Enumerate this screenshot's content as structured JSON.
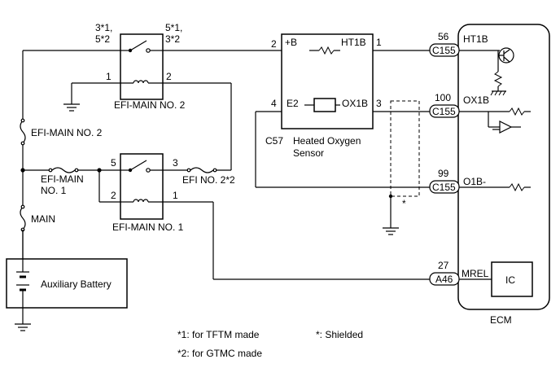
{
  "relay_main2": {
    "title": "EFI-MAIN NO. 2",
    "pin_tl": "3*1,",
    "pin_tl2": "5*2",
    "pin_tr": "5*1,",
    "pin_tr2": "3*2",
    "pin_bl": "1",
    "pin_br": "2"
  },
  "relay_main1": {
    "title": "EFI-MAIN NO. 1",
    "pin_tl": "5",
    "pin_tr": "3",
    "pin_bl": "2",
    "pin_br": "1"
  },
  "fuses": {
    "efi_main2": "EFI-MAIN NO. 2",
    "efi_main1_a": "EFI-MAIN",
    "efi_main1_b": "NO. 1",
    "efi_no2": "EFI NO. 2*2",
    "main": "MAIN"
  },
  "battery": {
    "label": "Auxiliary Battery"
  },
  "sensor": {
    "code": "C57",
    "name1": "Heated Oxygen",
    "name2": "Sensor",
    "pin_b_num": "2",
    "pin_b": "+B",
    "pin_ht": "HT1B",
    "pin_ht_num": "1",
    "pin_e2_num": "4",
    "pin_e2": "E2",
    "pin_ox": "OX1B",
    "pin_ox_num": "3"
  },
  "ecm": {
    "label": "ECM",
    "ic_label": "IC",
    "pins": [
      {
        "num": "56",
        "conn": "C155",
        "name": "HT1B"
      },
      {
        "num": "100",
        "conn": "C155",
        "name": "OX1B"
      },
      {
        "num": "99",
        "conn": "C155",
        "name": "O1B-"
      },
      {
        "num": "27",
        "conn": "A46",
        "name": "MREL"
      }
    ]
  },
  "shield_mark": "*",
  "notes": {
    "note1": "*1: for TFTM made",
    "note2": "*2: for GTMC made",
    "note3": "*: Shielded"
  }
}
